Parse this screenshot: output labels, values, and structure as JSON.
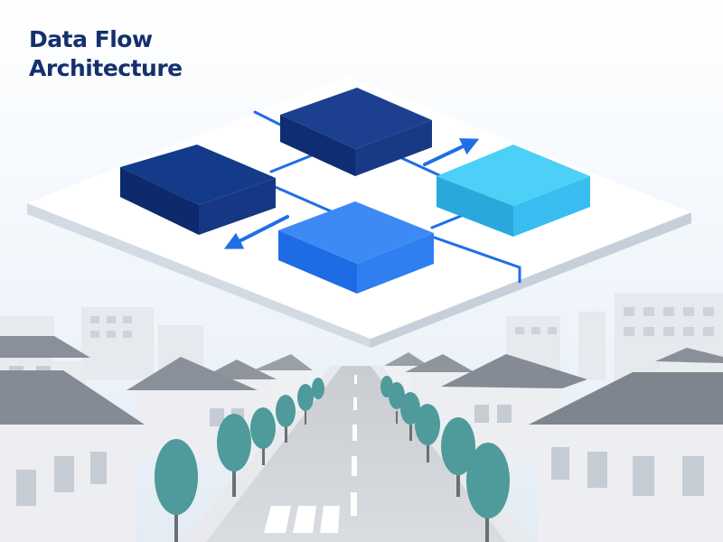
{
  "title": {
    "line1": "Data Flow",
    "line2": "Architecture"
  },
  "colors": {
    "title": "#14306e",
    "block_navy": "#1d3f8f",
    "block_dark_navy": "#143a8a",
    "block_cyan": "#38c6f4",
    "block_blue": "#2f7ff0",
    "arrow": "#1f6fe6",
    "platform": "#ffffff",
    "sky": "#e8f1f9",
    "building": "#eceef1",
    "roof": "#8a9099",
    "tree": "#4f9a9a",
    "road": "#d3d6da"
  },
  "diagram": {
    "nodes": [
      "navy-block-top",
      "navy-block-left",
      "cyan-block-right",
      "blue-block-bottom"
    ],
    "arrows": [
      "arrow-to-upper-right",
      "arrow-to-lower-left"
    ]
  }
}
